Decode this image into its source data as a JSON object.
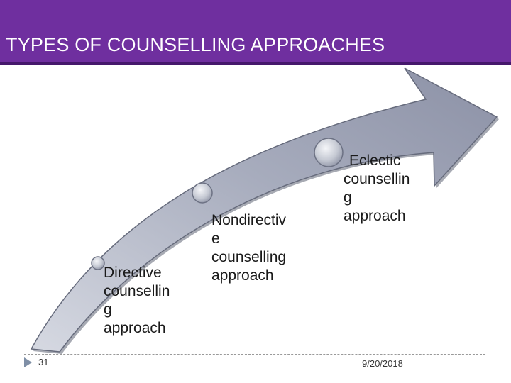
{
  "slide": {
    "title": "TYPES OF COUNSELLING APPROACHES",
    "slide_number": "31",
    "date": "9/20/2018"
  },
  "colors": {
    "title_bar": "#6f2f9f",
    "arrow_fill": "#9aa0b4",
    "arrow_shadow": "#5f6475",
    "node_fill": "#c9cdd6"
  },
  "steps": [
    {
      "label_lines": [
        "Directive",
        "counsellin",
        "g",
        "approach"
      ]
    },
    {
      "label_lines": [
        "Nondirectiv",
        "e",
        "counselling",
        "approach"
      ]
    },
    {
      "label_lines": [
        "Eclectic",
        "counsellin",
        "g",
        "approach"
      ]
    }
  ]
}
